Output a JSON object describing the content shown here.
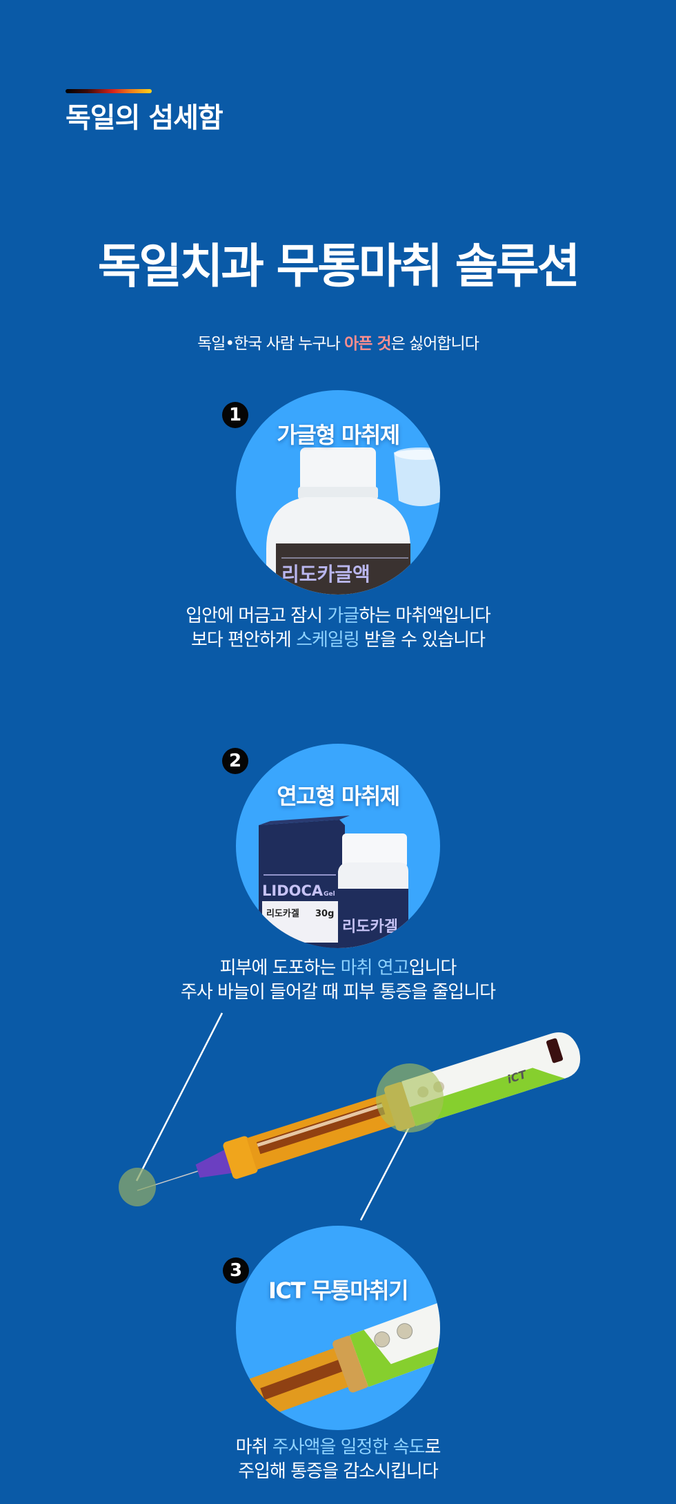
{
  "header": {
    "kicker": "독일의 섬세함",
    "headline": "독일치과 무통마취 솔루션",
    "subtitle": {
      "pre": "독일•한국 사람 누구나 ",
      "pink": "아픈 것",
      "post": "은 싫어합니다"
    }
  },
  "colors": {
    "background": "#0a5aa7",
    "circle": "#3aa6fd",
    "highlight": "#8fd3ff",
    "pink": "#ff8e8e",
    "badge": "#050505"
  },
  "items": [
    {
      "number": "1",
      "title": "가글형 마취제",
      "product_label": "리도카글액",
      "lines": [
        [
          {
            "t": "입안에 머금고 잠시 "
          },
          {
            "t": "가글",
            "hl": true
          },
          {
            "t": "하는 마취액입니다"
          }
        ],
        [
          {
            "t": "보다 편안하게 "
          },
          {
            "t": "스케일링",
            "hl": true
          },
          {
            "t": " 받을 수 있습니다"
          }
        ]
      ]
    },
    {
      "number": "2",
      "title": "연고형 마취제",
      "product_label": "LIDOCA",
      "product_sub": "Gel",
      "product_kr": "리도카겔",
      "product_weight": "30g",
      "lines": [
        [
          {
            "t": "피부에 도포하는 "
          },
          {
            "t": "마취 연고",
            "hl": true
          },
          {
            "t": "입니다"
          }
        ],
        [
          {
            "t": "주사 바늘이 들어갈 때 피부 통증을 줄입니다"
          }
        ]
      ]
    },
    {
      "number": "3",
      "title": "ICT 무통마취기",
      "device_brand": "iCT",
      "lines": [
        [
          {
            "t": "마취 "
          },
          {
            "t": "주사액을 일정한 속도",
            "hl": true
          },
          {
            "t": "로"
          }
        ],
        [
          {
            "t": "주입해 통증을 감소시킵니다"
          }
        ]
      ]
    }
  ]
}
